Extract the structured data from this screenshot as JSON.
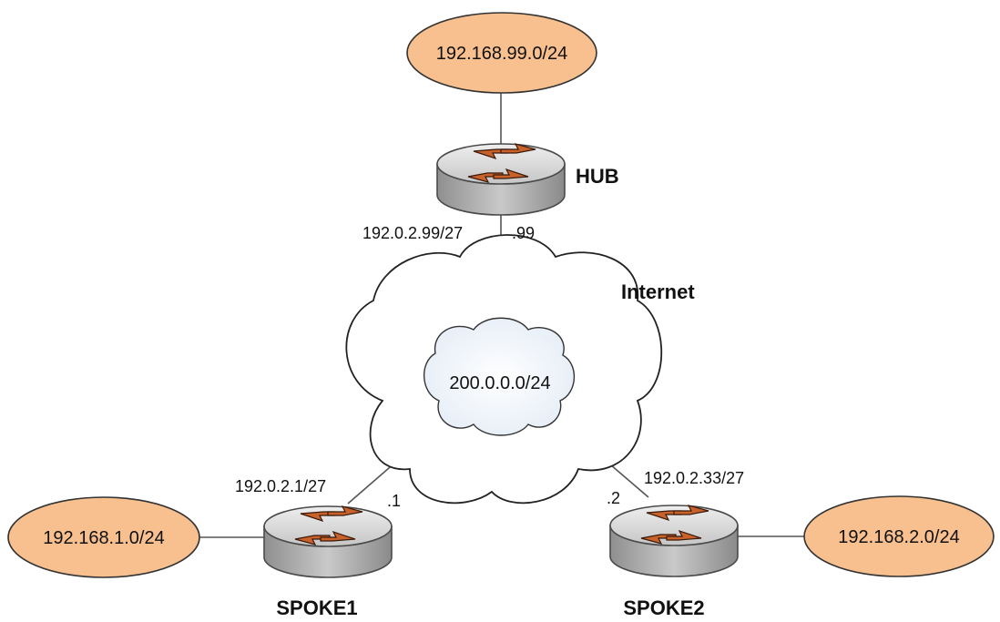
{
  "networks": {
    "hub_lan": "192.168.99.0/24",
    "spoke1_lan": "192.168.1.0/24",
    "spoke2_lan": "192.168.2.0/24",
    "transit": "200.0.0.0/24"
  },
  "devices": {
    "hub": "HUB",
    "spoke1": "SPOKE1",
    "spoke2": "SPOKE2"
  },
  "clouds": {
    "internet": "Internet"
  },
  "interfaces": {
    "hub_ip": "192.0.2.99/27",
    "hub_host": ".99",
    "spoke1_ip": "192.0.2.1/27",
    "spoke1_host": ".1",
    "spoke2_ip": "192.0.2.33/27",
    "spoke2_host": ".2"
  },
  "colors": {
    "lan_fill": "#f7c08e",
    "inner_cloud_fill": "#eef3f9",
    "router_body": "#b4b4b4",
    "router_top": "#dcdcdc",
    "router_arrows": "#c8622a"
  }
}
